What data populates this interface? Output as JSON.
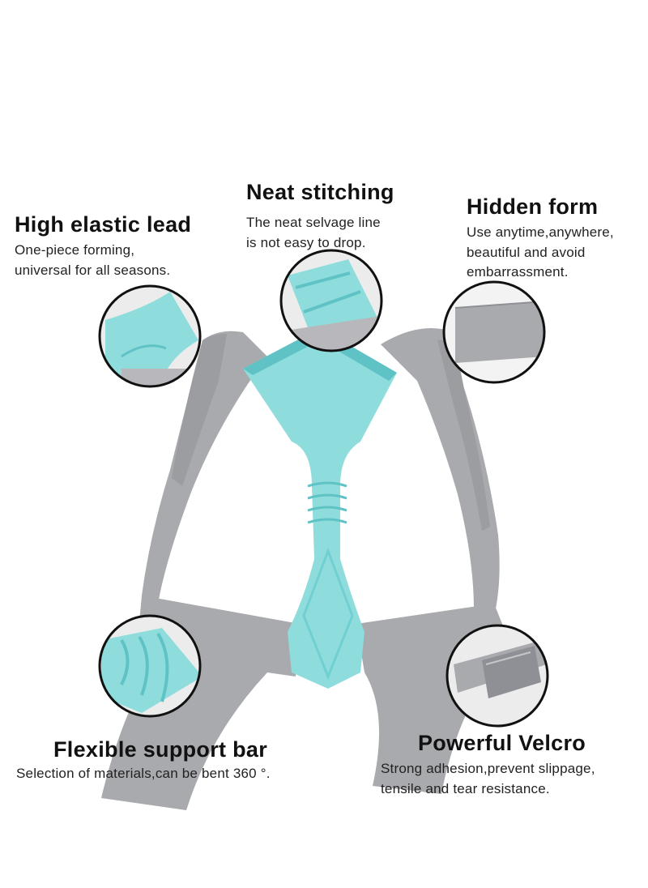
{
  "features": {
    "high_elastic": {
      "title": "High elastic lead",
      "lines": [
        "One-piece forming,",
        "universal for all seasons."
      ]
    },
    "neat_stitching": {
      "title": "Neat stitching",
      "lines": [
        "The neat selvage line",
        "is not easy to drop."
      ]
    },
    "hidden_form": {
      "title": "Hidden form",
      "lines": [
        "Use anytime,anywhere,",
        "beautiful and avoid",
        "embarrassment."
      ]
    },
    "flexible_bar": {
      "title": "Flexible support bar",
      "lines": [
        "Selection of materials,can be bent 360 °."
      ]
    },
    "velcro": {
      "title": "Powerful Velcro",
      "lines": [
        "Strong adhesion,prevent slippage,",
        "tensile and tear resistance."
      ]
    }
  },
  "colors": {
    "strap_gray": "#a9aaad",
    "strap_shadow": "#8f9095",
    "brace_teal": "#8fdcdc",
    "brace_teal_dark": "#5fc3c6",
    "circle_border": "#111111"
  },
  "icons": {
    "product": "posture-corrector-brace",
    "detail_views": [
      "zoom-circle-elastic",
      "zoom-circle-stitching",
      "zoom-circle-hidden-form",
      "zoom-circle-support-bar",
      "zoom-circle-velcro"
    ]
  }
}
